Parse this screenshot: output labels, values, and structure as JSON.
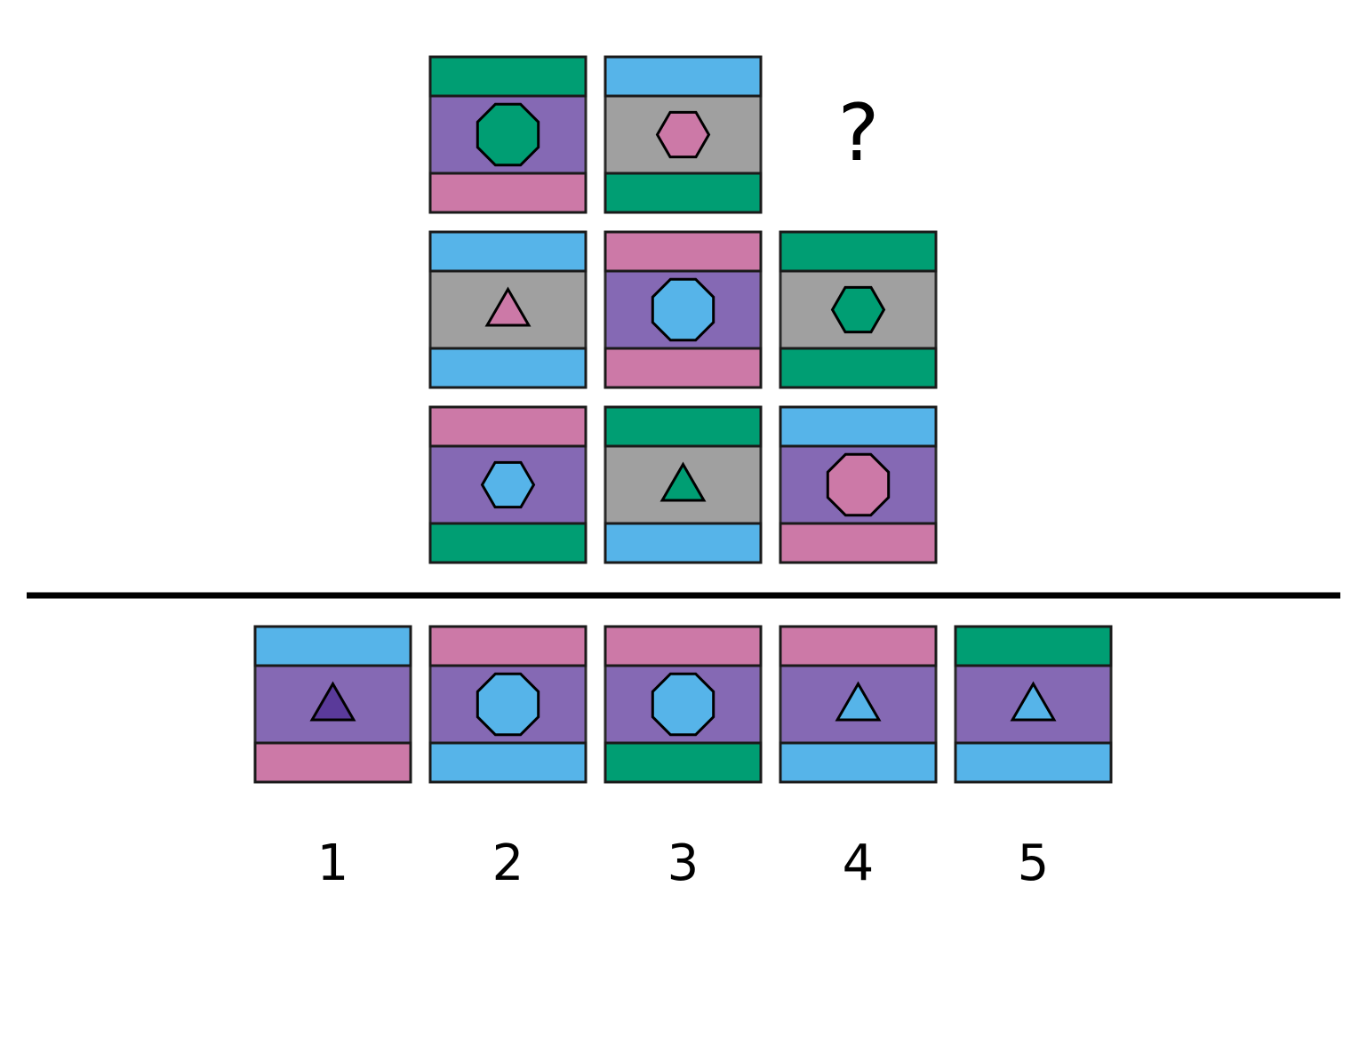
{
  "colors": {
    "green": "#009e73",
    "sky": "#56b4e9",
    "pink": "#cc79a7",
    "purple": "#8569b4",
    "gray": "#a0a0a0",
    "darkpurple": "#5a3a9a"
  },
  "question_mark": "?",
  "grid": [
    {
      "row": 1,
      "col": 1,
      "top": "green",
      "bottom": "pink",
      "bg": "purple",
      "shape": "octagon",
      "shape_size": "large",
      "shape_color": "green"
    },
    {
      "row": 1,
      "col": 2,
      "top": "sky",
      "bottom": "green",
      "bg": "gray",
      "shape": "hexagon",
      "shape_size": "small",
      "shape_color": "pink"
    },
    {
      "row": 1,
      "col": 3,
      "missing": true
    },
    {
      "row": 2,
      "col": 1,
      "top": "sky",
      "bottom": "sky",
      "bg": "gray",
      "shape": "triangle",
      "shape_size": "small",
      "shape_color": "pink"
    },
    {
      "row": 2,
      "col": 2,
      "top": "pink",
      "bottom": "pink",
      "bg": "purple",
      "shape": "octagon",
      "shape_size": "large",
      "shape_color": "sky"
    },
    {
      "row": 2,
      "col": 3,
      "top": "green",
      "bottom": "green",
      "bg": "gray",
      "shape": "hexagon",
      "shape_size": "small",
      "shape_color": "green"
    },
    {
      "row": 3,
      "col": 1,
      "top": "pink",
      "bottom": "green",
      "bg": "purple",
      "shape": "hexagon",
      "shape_size": "small",
      "shape_color": "sky"
    },
    {
      "row": 3,
      "col": 2,
      "top": "green",
      "bottom": "sky",
      "bg": "gray",
      "shape": "triangle",
      "shape_size": "small",
      "shape_color": "green"
    },
    {
      "row": 3,
      "col": 3,
      "top": "sky",
      "bottom": "pink",
      "bg": "purple",
      "shape": "octagon",
      "shape_size": "large",
      "shape_color": "pink"
    }
  ],
  "options": [
    {
      "label": "1",
      "top": "sky",
      "bottom": "pink",
      "bg": "purple",
      "shape": "triangle",
      "shape_size": "small",
      "shape_color": "darkpurple"
    },
    {
      "label": "2",
      "top": "pink",
      "bottom": "sky",
      "bg": "purple",
      "shape": "octagon",
      "shape_size": "large",
      "shape_color": "sky"
    },
    {
      "label": "3",
      "top": "pink",
      "bottom": "green",
      "bg": "purple",
      "shape": "octagon",
      "shape_size": "large",
      "shape_color": "sky"
    },
    {
      "label": "4",
      "top": "pink",
      "bottom": "sky",
      "bg": "purple",
      "shape": "triangle",
      "shape_size": "small",
      "shape_color": "sky"
    },
    {
      "label": "5",
      "top": "green",
      "bottom": "sky",
      "bg": "purple",
      "shape": "triangle",
      "shape_size": "small",
      "shape_color": "sky"
    }
  ]
}
